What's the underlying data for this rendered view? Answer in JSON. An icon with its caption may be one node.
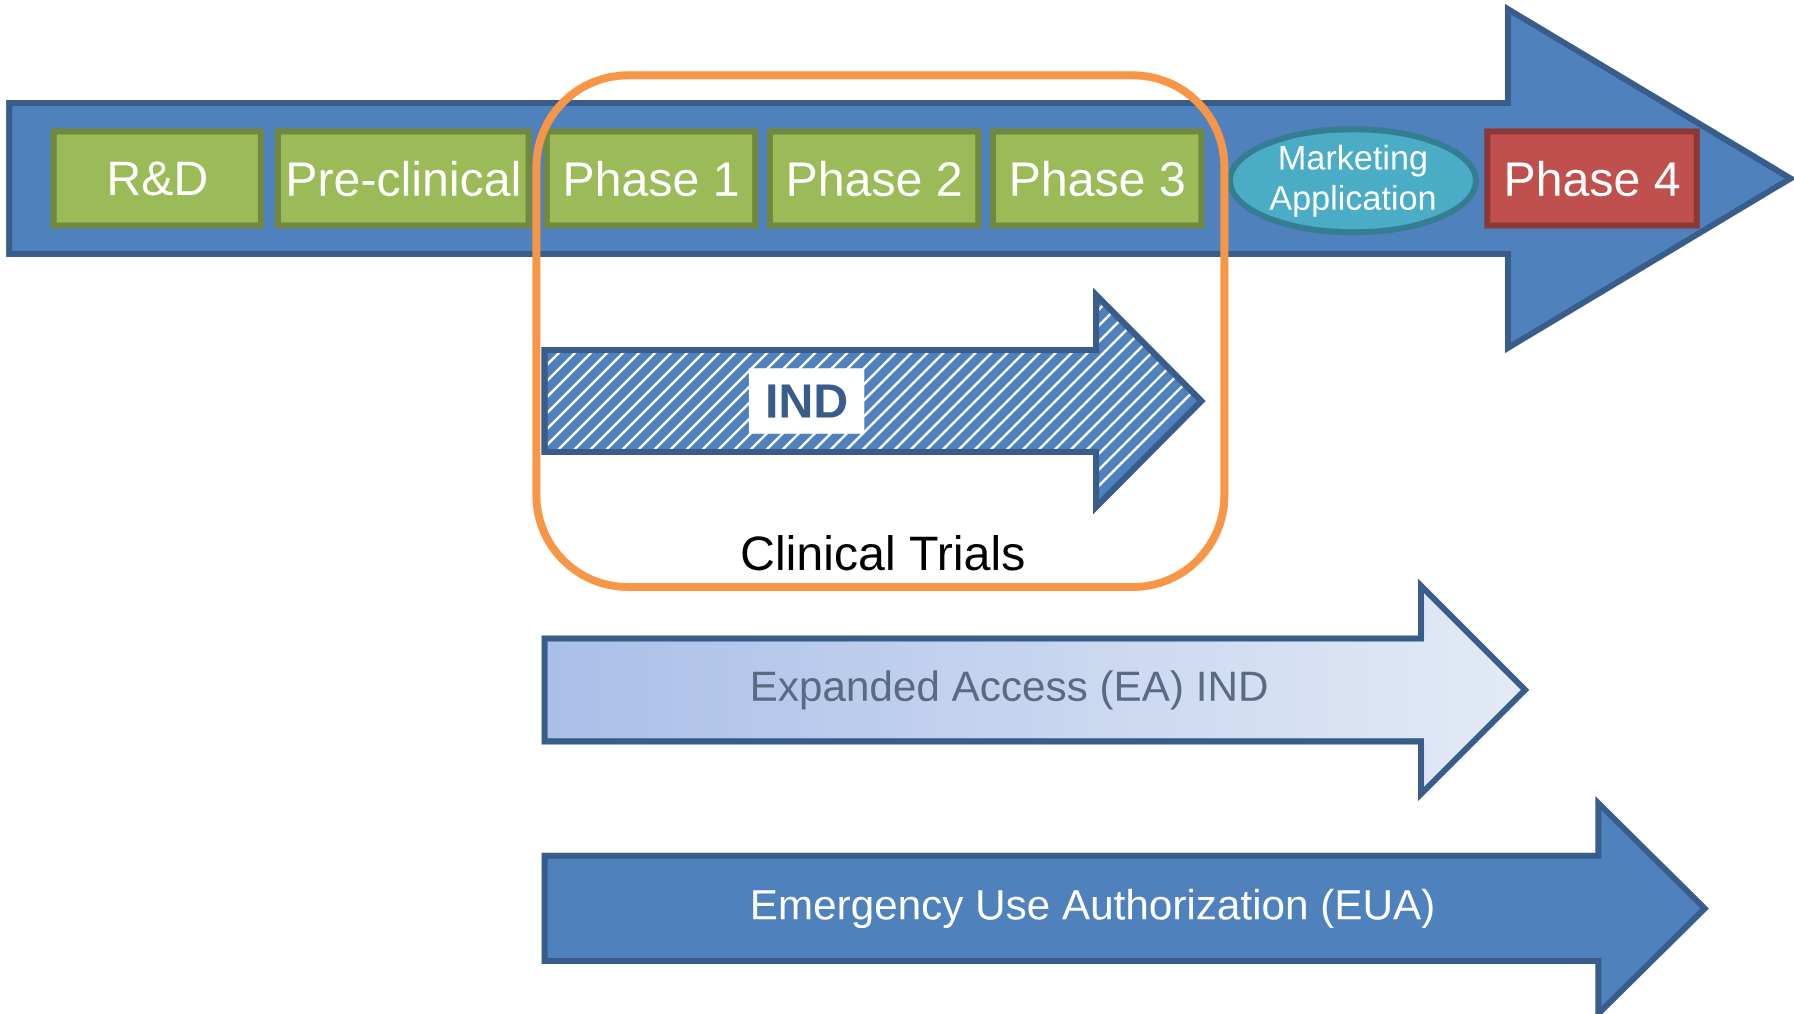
{
  "diagram": {
    "nodes": [
      {
        "text": [],
        "shape": "arrow"
      },
      {
        "text": [
          "R&D"
        ],
        "in": 0
      },
      {
        "text": [
          "Pre-clinical"
        ],
        "in": 0
      },
      {
        "text": [
          "Phase 1"
        ]
      },
      {
        "text": [
          "Phase 2"
        ]
      },
      {
        "text": [
          "Phase 3"
        ]
      },
      {
        "text": [
          "Marketing Application"
        ],
        "in": 0
      },
      {
        "text": [
          "Phase 4"
        ],
        "in": 0
      },
      {
        "text": [
          "Clinical Trials"
        ]
      },
      {
        "text": [
          "IND"
        ],
        "in": 8
      },
      {
        "text": [
          "Expanded Access (EA) IND"
        ]
      },
      {
        "text": [
          "Emergency Use Authorization (EUA)"
        ]
      }
    ]
  }
}
